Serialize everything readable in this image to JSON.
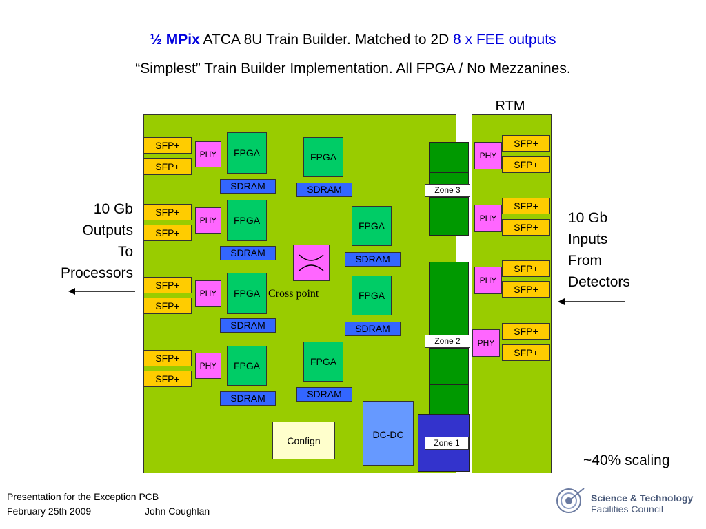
{
  "title": {
    "half_mpix": "½ MPix",
    "middle": " ATCA 8U Train Builder. Matched to 2D ",
    "fee": " 8 x FEE outputs",
    "subtitle": "“Simplest” Train Builder Implementation. All FPGA / No Mezzanines."
  },
  "rtm_label": "RTM",
  "labels": {
    "sfp": "SFP+",
    "phy": "PHY",
    "fpga": "FPGA",
    "sdram": "SDRAM",
    "cross_point": "Cross point",
    "zone3": "Zone 3",
    "zone2": "Zone 2",
    "zone1": "Zone 1",
    "dcdc": "DC-DC",
    "config": "Confign"
  },
  "left_text": {
    "line1": "10 Gb",
    "line2": "Outputs",
    "line3": "To",
    "line4": "Processors"
  },
  "right_text": {
    "line1": "10 Gb",
    "line2": "Inputs",
    "line3": "From",
    "line4": "Detectors"
  },
  "scaling": "~40% scaling",
  "footer": {
    "line1": "Presentation for the Exception PCB",
    "date": "February 25th 2009",
    "author": "John Coughlan"
  },
  "logo": {
    "line1": "Science & Technology",
    "line2": "Facilities Council"
  },
  "colors": {
    "board": "#99cc00",
    "sfp": "#ffcc00",
    "phy": "#ff66ff",
    "fpga": "#00cc66",
    "sdram": "#3366ff",
    "title_blue": "#0000dd"
  }
}
